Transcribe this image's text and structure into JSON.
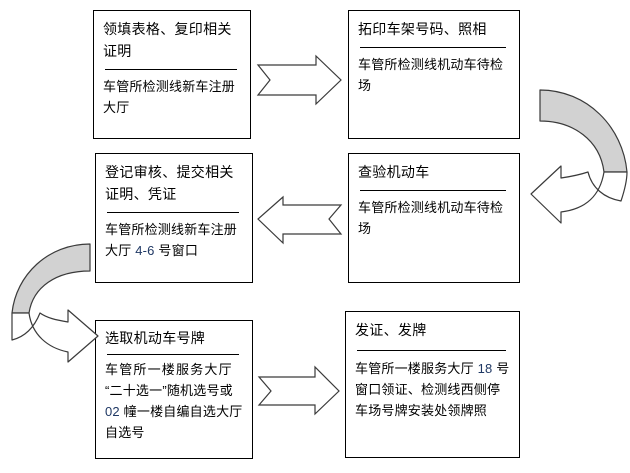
{
  "diagram": {
    "type": "flowchart",
    "title_visible": false,
    "background_color": "#ffffff",
    "box_border_color": "#000000",
    "arrow_outline_color": "#3a3a3a",
    "arrow_fill_white": "#ffffff",
    "arrow_fill_gray": "#d2d2d2",
    "accent_number_color": "#1f3864"
  },
  "nodes": [
    {
      "id": "step1",
      "title": "领填表格、复印相关证明",
      "location": "车管所检测线新车注册大厅"
    },
    {
      "id": "step2",
      "title": "拓印车架号码、照相",
      "location": "车管所检测线机动车待检场"
    },
    {
      "id": "step3",
      "title": "登记审核、提交相关证明、凭证",
      "location_prefix": "车管所检测线新车注册大厅 ",
      "location_num": "4-6",
      "location_suffix": " 号窗口"
    },
    {
      "id": "step4",
      "title": "查验机动车",
      "location": "车管所检测线机动车待检场"
    },
    {
      "id": "step5",
      "title": "选取机动车号牌",
      "location_line1": "车管所一楼服务大厅",
      "location_line2": "“二十选一”随机选号或",
      "location_num": "02",
      "location_line3": " 幢一楼自编自选大厅",
      "location_line4": "自选号"
    },
    {
      "id": "step6",
      "title": "发证、发牌",
      "location_prefix": "车管所一楼服务大厅 ",
      "location_num": "18",
      "location_suffix": " 号窗口领证、检测线西侧停车场号牌安装处领牌照"
    }
  ],
  "connectors": [
    {
      "id": "c1",
      "from": "step1",
      "to": "step2",
      "shape": "block-arrow",
      "direction": "right"
    },
    {
      "id": "c2",
      "from": "step2",
      "to": "step4",
      "shape": "curved-u-turn",
      "direction": "down-left"
    },
    {
      "id": "c3",
      "from": "step4",
      "to": "step3",
      "shape": "block-arrow",
      "direction": "left"
    },
    {
      "id": "c4",
      "from": "step3",
      "to": "step5",
      "shape": "curved-u-turn",
      "direction": "down-right"
    },
    {
      "id": "c5",
      "from": "step5",
      "to": "step6",
      "shape": "block-arrow",
      "direction": "right"
    }
  ]
}
